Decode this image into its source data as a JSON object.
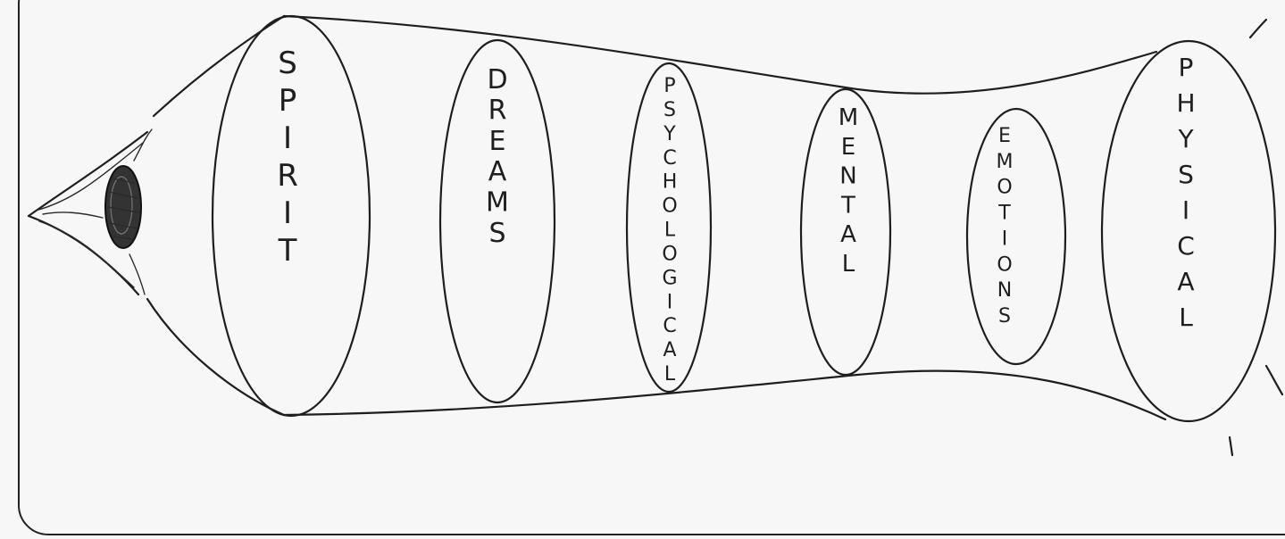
{
  "diagram": {
    "layers": [
      {
        "id": "spirit",
        "label": "SPIRIT"
      },
      {
        "id": "dreams",
        "label": "DREAMS"
      },
      {
        "id": "psychological",
        "label": "PSYCHOLOGICAL"
      },
      {
        "id": "mental",
        "label": "MENTAL"
      },
      {
        "id": "emotions",
        "label": "EMOTIONS"
      },
      {
        "id": "physical",
        "label": "PHYSICAL"
      }
    ]
  }
}
